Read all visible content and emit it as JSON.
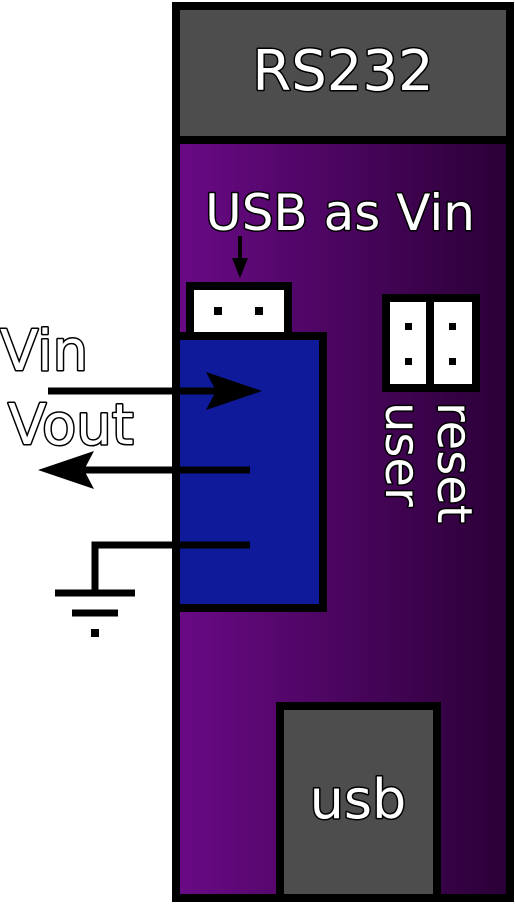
{
  "board": {
    "rs232_label": "RS232",
    "usb_vin_label": "USB as Vin",
    "reset_label": "reset",
    "user_label": "user",
    "usb_port_label": "usb"
  },
  "wires": {
    "vin_label": "Vin",
    "vout_label": "Vout"
  },
  "colors": {
    "board_gradient_start": "#6a0a86",
    "board_gradient_end": "#2a0036",
    "connector_gray": "#4d4d4d",
    "power_block_blue": "#0f1a9a",
    "outline": "#000000",
    "pin_header": "#ffffff"
  },
  "icons": {
    "ground": "ground-symbol",
    "arrow_in": "arrow-right",
    "arrow_out": "arrow-left"
  }
}
